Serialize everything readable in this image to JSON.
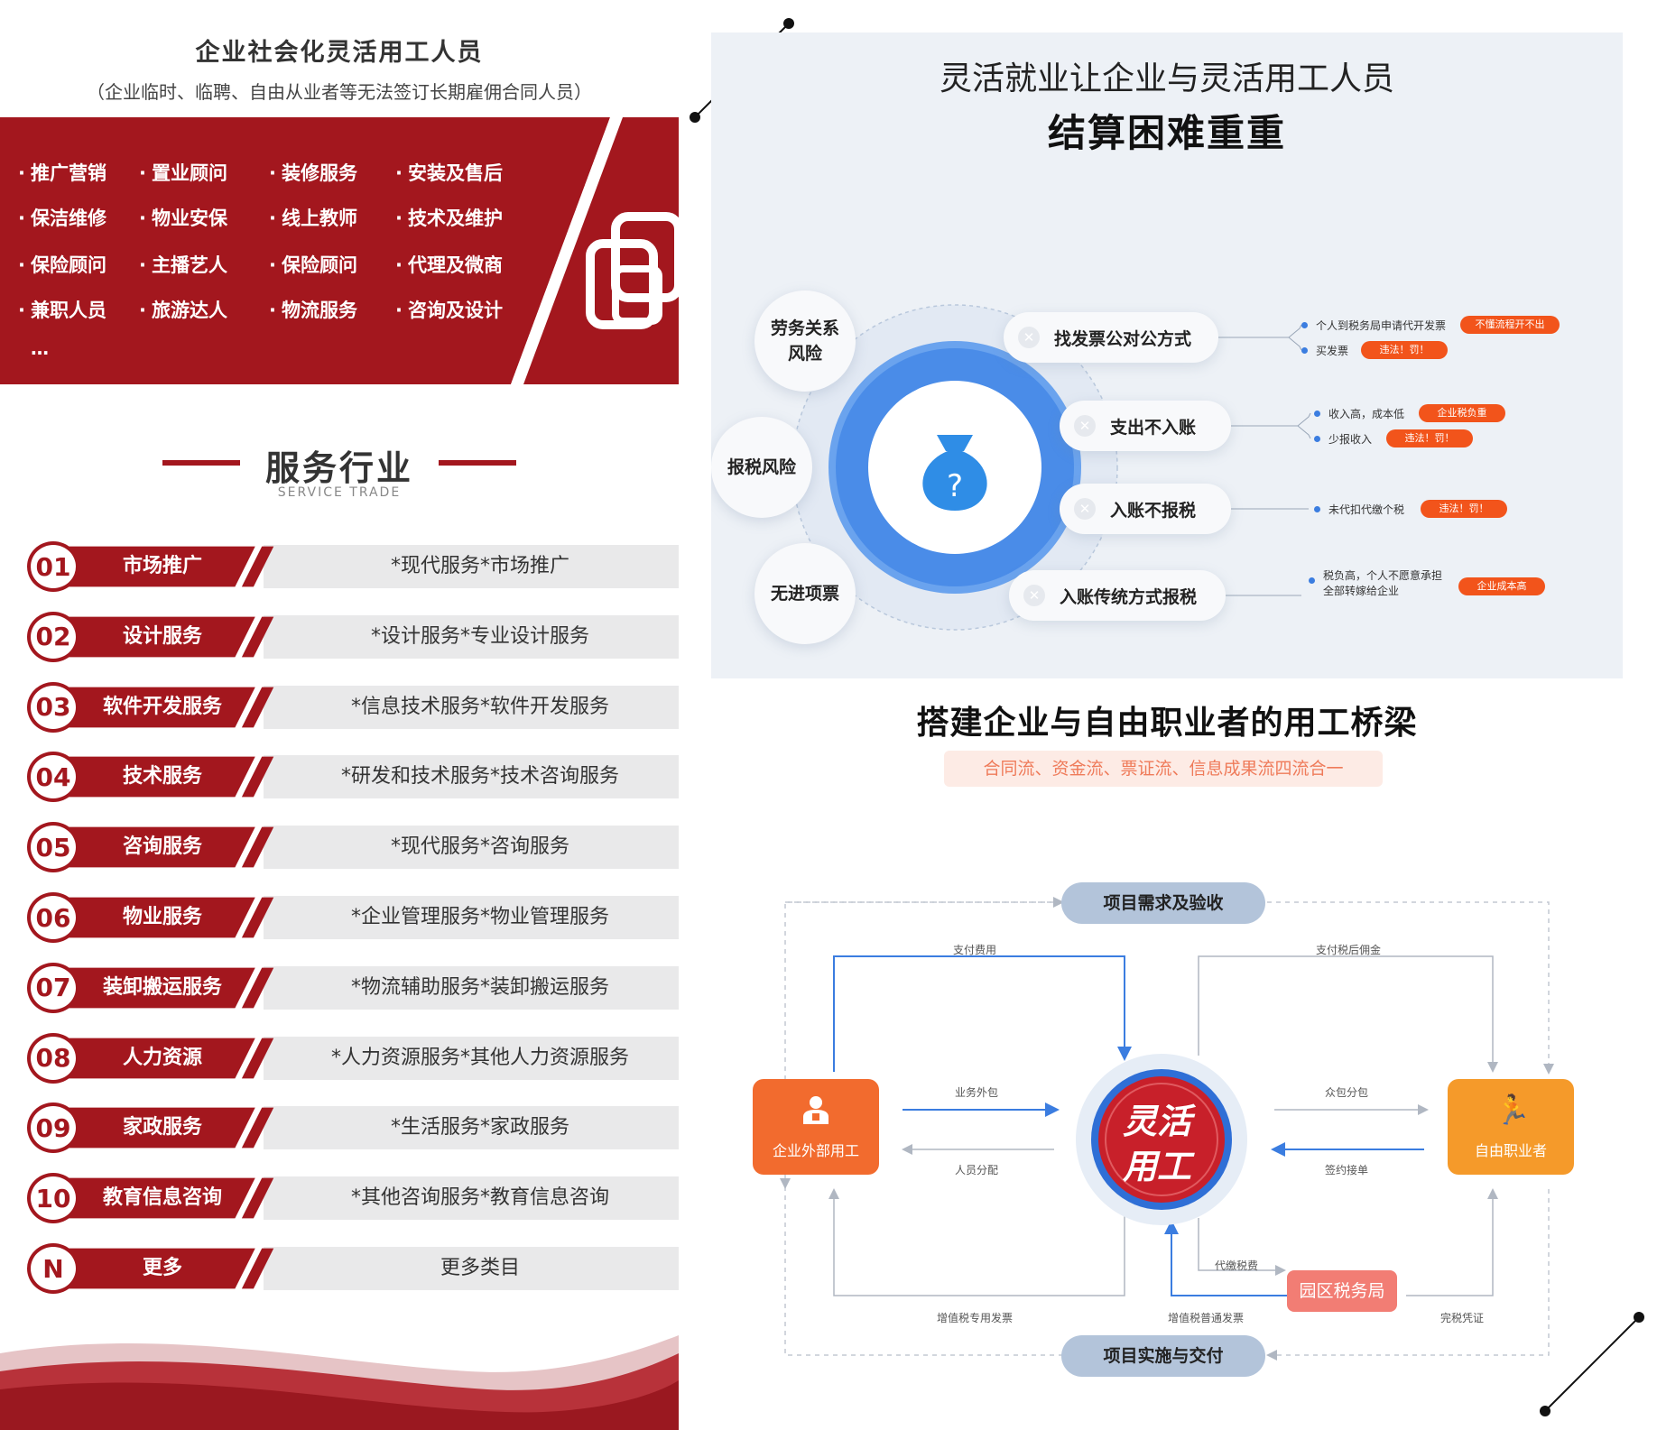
{
  "left": {
    "title": "企业社会化灵活用工人员",
    "subtitle": "（企业临时、临聘、自由从业者等无法签订长期雇佣合同人员）",
    "jobs": [
      [
        "推广营销",
        "置业顾问",
        "装修服务",
        "安装及售后"
      ],
      [
        "保洁维修",
        "物业安保",
        "线上教师",
        "技术及维护"
      ],
      [
        "保险顾问",
        "主播艺人",
        "保险顾问",
        "代理及微商"
      ],
      [
        "兼职人员",
        "旅游达人",
        "物流服务",
        "咨询及设计"
      ]
    ],
    "jobs_more": "…",
    "section_title": "服务行业",
    "section_subtitle": "SERVICE TRADE",
    "services": [
      {
        "num": "01",
        "name": "市场推广",
        "desc": "*现代服务*市场推广"
      },
      {
        "num": "02",
        "name": "设计服务",
        "desc": "*设计服务*专业设计服务"
      },
      {
        "num": "03",
        "name": "软件开发服务",
        "desc": "*信息技术服务*软件开发服务"
      },
      {
        "num": "04",
        "name": "技术服务",
        "desc": "*研发和技术服务*技术咨询服务"
      },
      {
        "num": "05",
        "name": "咨询服务",
        "desc": "*现代服务*咨询服务"
      },
      {
        "num": "06",
        "name": "物业服务",
        "desc": "*企业管理服务*物业管理服务"
      },
      {
        "num": "07",
        "name": "装卸搬运服务",
        "desc": "*物流辅助服务*装卸搬运服务"
      },
      {
        "num": "08",
        "name": "人力资源",
        "desc": "*人力资源服务*其他人力资源服务"
      },
      {
        "num": "09",
        "name": "家政服务",
        "desc": "*生活服务*家政服务"
      },
      {
        "num": "10",
        "name": "教育信息咨询",
        "desc": "*其他咨询服务*教育信息咨询"
      },
      {
        "num": "N",
        "name": "更多",
        "desc": "更多类目"
      }
    ]
  },
  "risk": {
    "title_line1": "灵活就业让企业与灵活用工人员",
    "title_line2": "结算困难重重",
    "bubbles": [
      "劳务关系\n风险",
      "报税风险",
      "无进项票"
    ],
    "items": [
      {
        "label": "找发票公对公方式",
        "notes": [
          {
            "text": "个人到税务局申请代开发票",
            "tag": "不懂流程开不出"
          },
          {
            "text": "买发票",
            "tag": "违法！罚！"
          }
        ]
      },
      {
        "label": "支出不入账",
        "notes": [
          {
            "text": "收入高，成本低",
            "tag": "企业税负重"
          },
          {
            "text": "少报收入",
            "tag": "违法！罚！"
          }
        ]
      },
      {
        "label": "入账不报税",
        "notes": [
          {
            "text": "未代扣代缴个税",
            "tag": "违法！罚！"
          }
        ]
      },
      {
        "label": "入账传统方式报税",
        "notes": [
          {
            "text": "税负高，个人不愿意承担\n全部转嫁给企业",
            "tag": "企业成本高"
          }
        ]
      }
    ],
    "center_icon": "money-bag-question-icon",
    "accent": "#3b7de0",
    "tag_color": "#f2541b"
  },
  "bridge": {
    "title": "搭建企业与自由职业者的用工桥梁",
    "subtitle": "合同流、资金流、票证流、信息成果流四流合一",
    "top_pill": "项目需求及验收",
    "bottom_pill": "项目实施与交付",
    "left_box": "企业外部用工",
    "right_box": "自由职业者",
    "center": {
      "line1": "灵活",
      "line2": "用工"
    },
    "tax_box": "园区税务局",
    "labels": {
      "pay_fee": "支付费用",
      "pay_commission": "支付税后佣金",
      "outsourcing": "业务外包",
      "staffing": "人员分配",
      "crowdsourcing": "众包分包",
      "sign_order": "签约接单",
      "withhold_tax": "代缴税费",
      "vat_special": "增值税专用发票",
      "vat_normal": "增值税普通发票",
      "tax_certificate": "完税凭证"
    },
    "colors": {
      "left_box": "#f26b2e",
      "right_box": "#f59a2a",
      "tax_box": "#f27d74",
      "seal": "#c8202a",
      "arrow": "#3b7de0"
    }
  }
}
